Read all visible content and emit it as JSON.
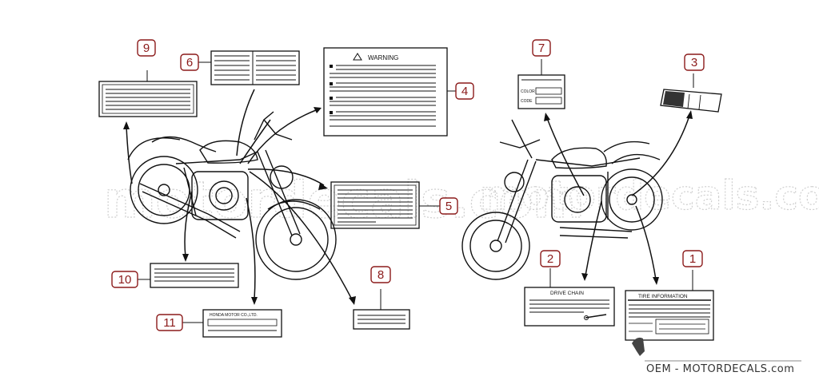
{
  "callouts": {
    "n1": "1",
    "n2": "2",
    "n3": "3",
    "n4": "4",
    "n5": "5",
    "n6": "6",
    "n7": "7",
    "n8": "8",
    "n9": "9",
    "n10": "10",
    "n11": "11"
  },
  "labels": {
    "warning_title": "WARNING",
    "color": "COLOR",
    "code": "CODE",
    "drive_chain": "DRIVE CHAIN",
    "tire_information": "TIRE INFORMATION",
    "honda_motor": "HONDA MOTOR CO.,LTD."
  },
  "watermark": {
    "text": "OEM - MOTORDECALS.com",
    "background_text": "motordecals.com"
  },
  "colors": {
    "callout_border": "#8b1a1a",
    "line_art": "#111111",
    "watermark_gray": "#cfcfcf"
  }
}
